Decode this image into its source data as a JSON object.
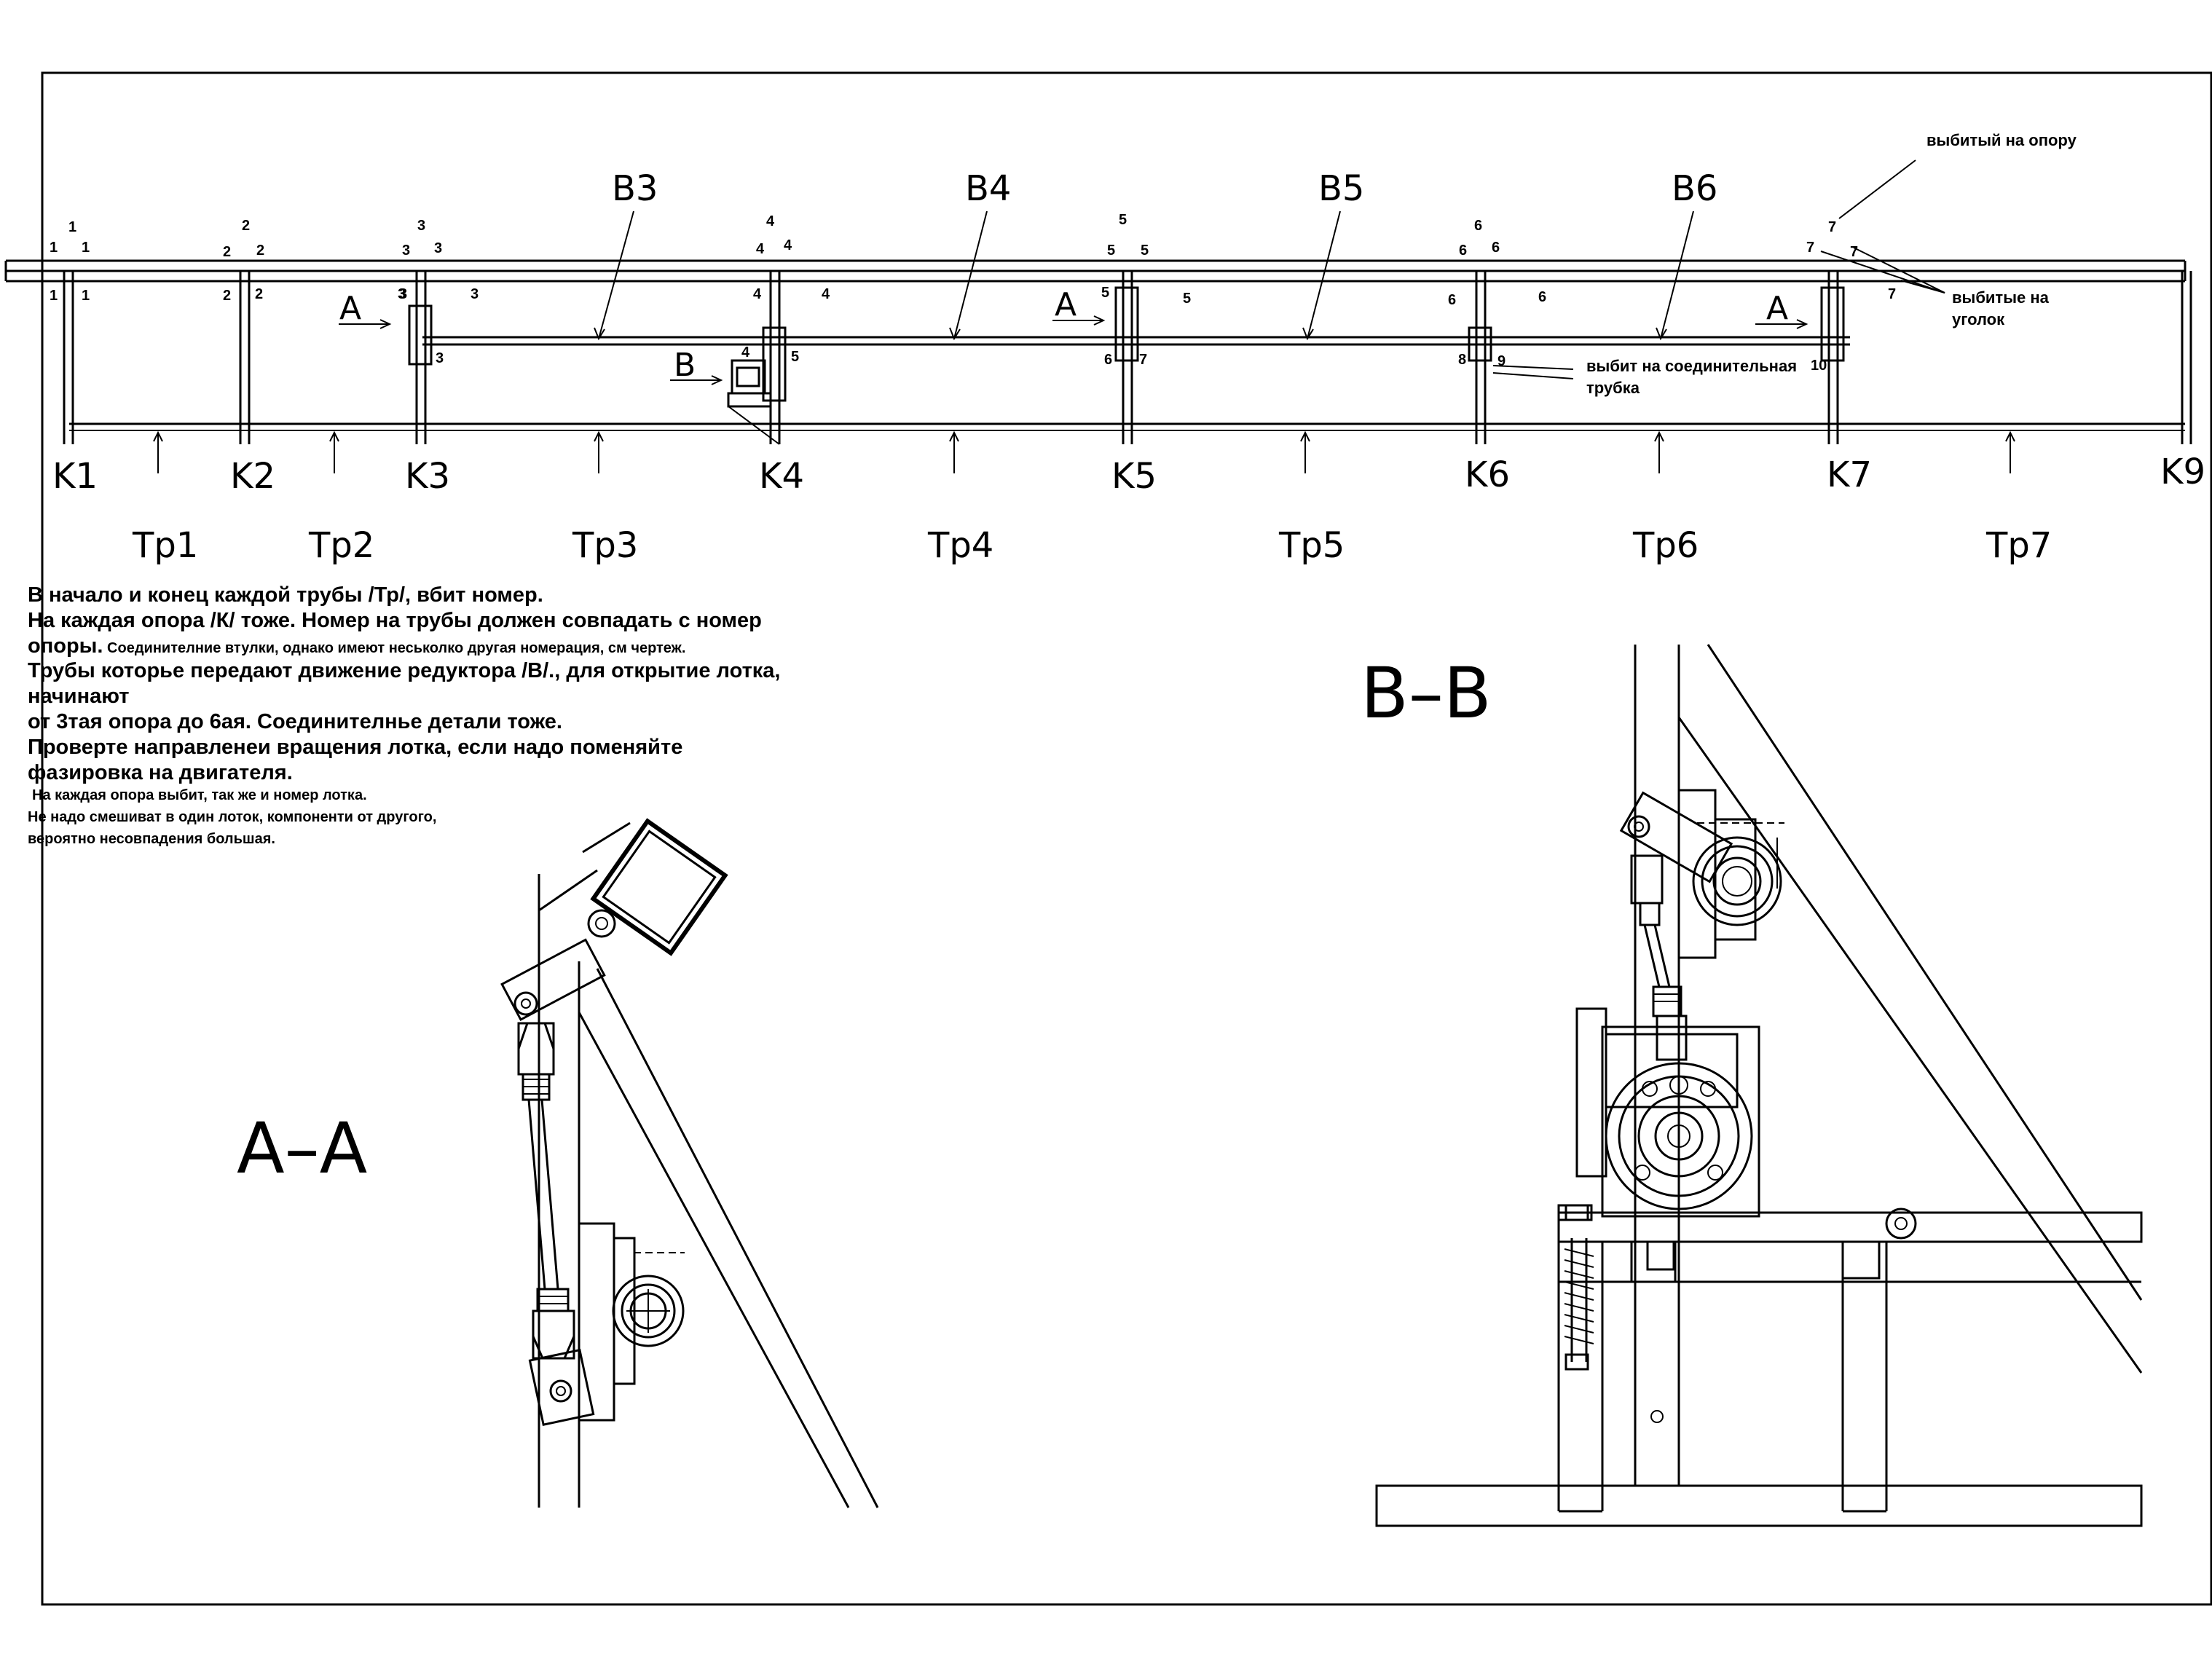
{
  "shaft_labels": [
    "B3",
    "B4",
    "B5",
    "B6"
  ],
  "support_labels": [
    "K1",
    "K2",
    "K3",
    "K4",
    "K5",
    "K6",
    "K7",
    "K9"
  ],
  "pipe_labels": [
    "Тр1",
    "Тр2",
    "Тр3",
    "Тр4",
    "Тр5",
    "Тр6",
    "Тр7"
  ],
  "section_arrow_labels": {
    "a": "A",
    "b": "B"
  },
  "support_numbers": [
    "1",
    "2",
    "3",
    "4",
    "5",
    "6",
    "7"
  ],
  "coupling_numbers": [
    "3",
    "4",
    "5",
    "6",
    "7",
    "8",
    "9",
    "10"
  ],
  "annotations": {
    "punched_on_support": "выбитый на опору",
    "punched_on_angle_line1": "выбитые на",
    "punched_on_angle_line2": "уголок",
    "punched_on_tube_line1": "выбит на соединительная",
    "punched_on_tube_line2": "трубка"
  },
  "notes": {
    "line1": "В начало и конец каждой трубы /Тр/, вбит номер.",
    "line2": "На каждая опора /К/ тоже. Номер на трубы должен совпадать с номер",
    "line3_big": "опоры.",
    "line3_small": " Соединителние втулки, однако имеют неськолко другая номерация, см чертеж.",
    "line4": "Трубы которье передают движение редуктора /В/., для открытие лотка,",
    "line5": "начинают",
    "line6": "от 3тая опора до 6ая. Соединителнье детали тоже.",
    "line7": "Проверте направленеи вращения лотка, если надо поменяйте",
    "line8": "фазировка на двигателя.",
    "line9": "На каждая опора выбит, так же и номер лотка.",
    "line10": "Не надо смешиват в один лоток, компоненти от другого,",
    "line11": "вероятно несовпадения большая."
  },
  "section_titles": {
    "aa": "A–A",
    "bb": "B–B"
  }
}
